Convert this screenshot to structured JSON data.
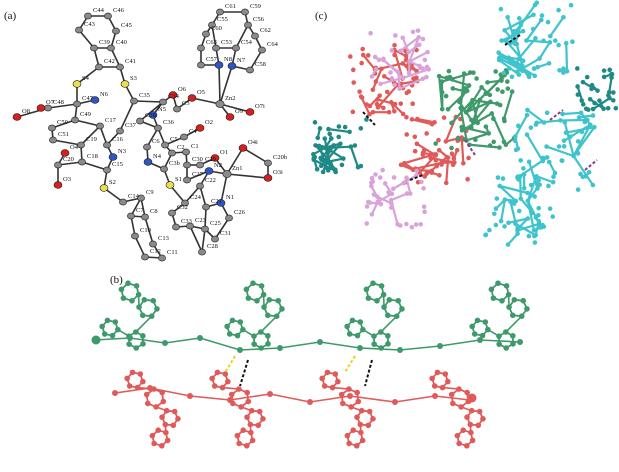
{
  "panels": {
    "a": {
      "label": "(a)",
      "atoms": [
        "C44",
        "C46",
        "C43",
        "C45",
        "C39",
        "C40",
        "C42",
        "C41",
        "S4",
        "S3",
        "C47",
        "N6",
        "C35",
        "C48",
        "O7",
        "O8",
        "C49",
        "C17",
        "C37",
        "C50",
        "C51",
        "C19",
        "C16",
        "C18",
        "N3",
        "O4",
        "C20",
        "O3",
        "C15",
        "S2",
        "C14",
        "C9",
        "C7",
        "C8",
        "C10",
        "C13",
        "C12",
        "C11",
        "C61",
        "C59",
        "C55",
        "C56",
        "C60",
        "C62",
        "C63",
        "C53",
        "C54",
        "C64",
        "C57",
        "N8",
        "N7",
        "C58",
        "C34",
        "O6",
        "O5",
        "N5",
        "C3",
        "Zn2",
        "O9",
        "O7i",
        "C38",
        "C36",
        "C6",
        "C5",
        "C4",
        "O2",
        "N4",
        "C2",
        "C1",
        "C3b",
        "C30",
        "C29",
        "O1",
        "O4i",
        "C20b",
        "C27",
        "N2",
        "Zn1",
        "C22",
        "O3i",
        "S1",
        "C24",
        "N1",
        "C32",
        "C21",
        "C26",
        "C33",
        "C23",
        "C25",
        "C31",
        "C28"
      ]
    },
    "b": {
      "label": "(b)"
    },
    "c": {
      "label": "(c)"
    }
  },
  "colors": {
    "carbon": "#8a8a8a",
    "nitrogen": "#2b55c8",
    "oxygen": "#d81e1e",
    "sulfur": "#e8e04a",
    "zinc": "#8a8a8a",
    "green_chain": "#3f9a6b",
    "red_chain": "#e05a5a",
    "cyan_chain": "#3fc3cc",
    "teal_chain": "#1f8a85",
    "pink_chain": "#d9a3d9",
    "hbond_black": "#111111",
    "hbond_yellow": "#e8d21a",
    "hbond_purple": "#8a3a8a"
  }
}
